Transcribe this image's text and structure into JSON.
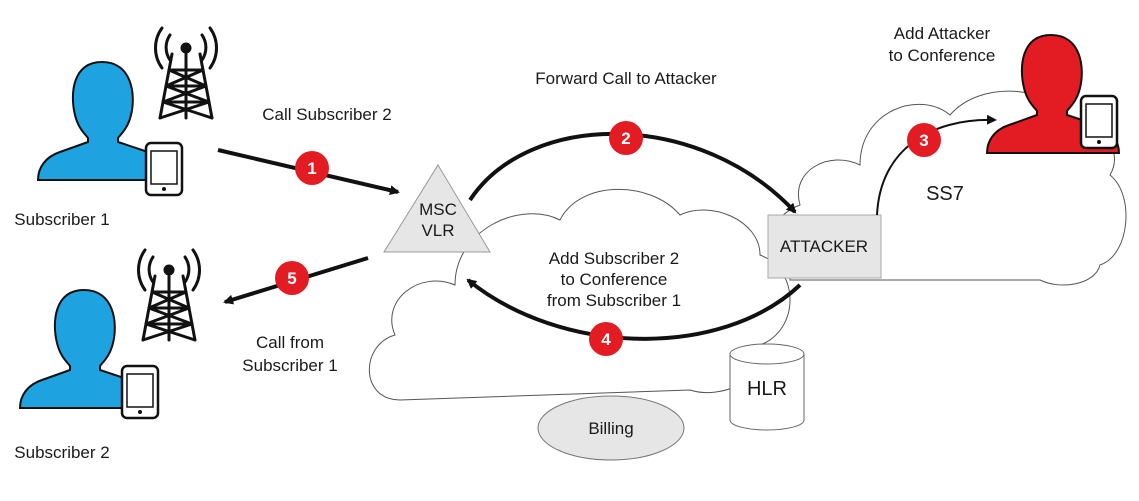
{
  "labels": {
    "subscriber1": "Subscriber 1",
    "subscriber2": "Subscriber 2",
    "call_subscriber2": "Call Subscriber 2",
    "call_from_line1": "Call from",
    "call_from_line2": "Subscriber 1",
    "msc_line1": "MSC",
    "msc_line2": "VLR",
    "forward_call": "Forward Call to Attacker",
    "add_attacker_line1": "Add Attacker",
    "add_attacker_line2": "to Conference",
    "ss7": "SS7",
    "attacker": "ATTACKER",
    "add_sub2_line1": "Add Subscriber 2",
    "add_sub2_line2": "to Conference",
    "add_sub2_line3": "from Subscriber 1",
    "hlr": "HLR",
    "billing": "Billing"
  },
  "steps": [
    "1",
    "2",
    "3",
    "4",
    "5"
  ],
  "colors": {
    "subscriber": "#1fa3e0",
    "attacker": "#e31b23",
    "step_badge": "#e31b23",
    "attacker_box": "#e6e6e6",
    "billing": "#e6e6e6"
  }
}
